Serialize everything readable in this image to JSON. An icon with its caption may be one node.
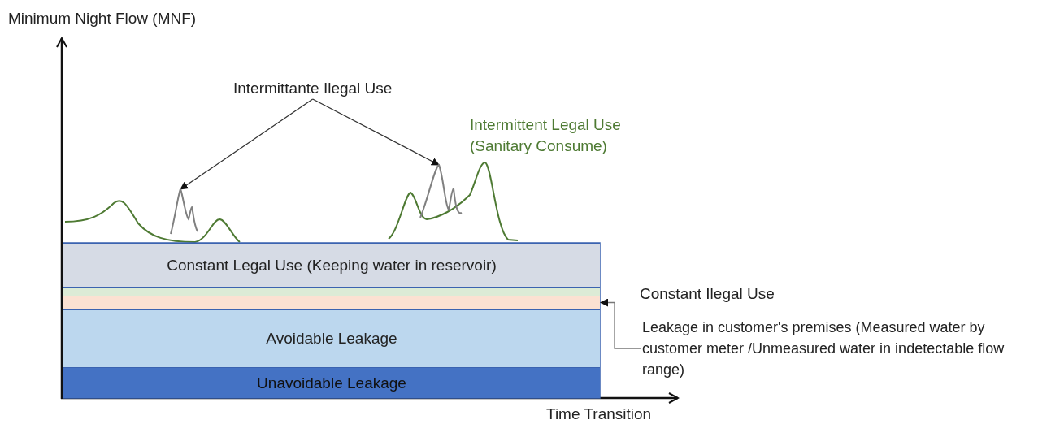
{
  "diagram": {
    "nodes": [
      {
        "text": [
          "Constant Legal Use (Keeping water in reservoir)"
        ]
      },
      {
        "text": [],
        "shape": "bar"
      },
      {
        "text": [],
        "shape": "bar"
      },
      {
        "text": [
          "Avoidable Leakage"
        ]
      },
      {
        "text": [
          "Unavoidable Leakage"
        ]
      },
      {
        "text": [
          "Intermittante Ilegal Use"
        ]
      },
      {
        "text": [],
        "shape": "picture"
      },
      {
        "text": [],
        "shape": "picture"
      },
      {
        "text": [
          "Leakage in customer's premises (Measured water by customer meter /Unmeasured water in indetectable flow range)"
        ]
      }
    ],
    "edges": [
      {
        "from": 5,
        "to": 6,
        "arrow": "to"
      },
      {
        "from": 5,
        "to": 7,
        "arrow": "to"
      },
      {
        "from": 8,
        "to": 2,
        "arrow": "to"
      }
    ],
    "labels": [
      "Minimum Night Flow (MNF)",
      "Intermittent Legal Use (Sanitary Consume)",
      "Constant Ilegal Use",
      "Time Transition"
    ]
  }
}
